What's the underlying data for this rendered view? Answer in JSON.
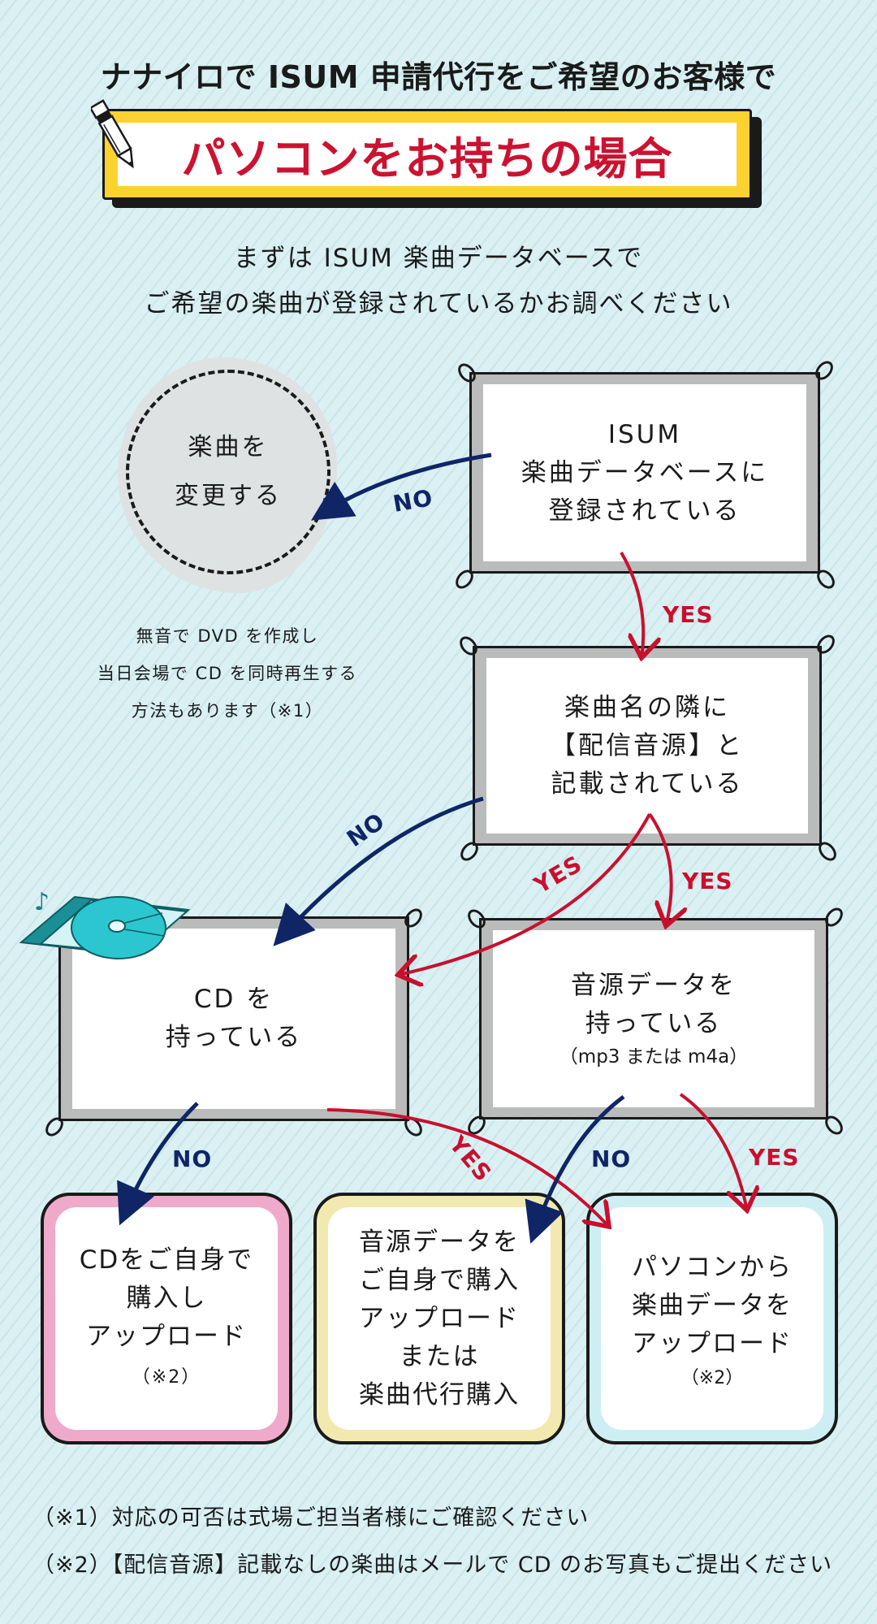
{
  "header": {
    "headline": "ナナイロで ISUM 申請代行をご希望のお客様で",
    "banner_title": "パソコンをお持ちの場合"
  },
  "intro": {
    "line1": "まずは ISUM 楽曲データベースで",
    "line2": "ご希望の楽曲が登録されているかお調べください"
  },
  "nodes": {
    "registered": {
      "lines": [
        "ISUM",
        "楽曲データベースに",
        "登録されている"
      ]
    },
    "change_song": {
      "lines": [
        "楽曲を",
        "変更する"
      ]
    },
    "distribution": {
      "lines": [
        "楽曲名の隣に",
        "【配信音源】と",
        "記載されている"
      ]
    },
    "have_cd": {
      "lines": [
        "CD を",
        "持っている"
      ]
    },
    "have_audio": {
      "lines": [
        "音源データを",
        "持っている"
      ],
      "sub": "（mp3 または m4a）"
    }
  },
  "side_note": {
    "lines": [
      "無音で DVD を作成し",
      "当日会場で CD を同時再生する",
      "方法もあります（※1）"
    ]
  },
  "results": {
    "buy_cd": {
      "lines": [
        "CDをご自身で",
        "購入し",
        "アップロード"
      ],
      "note": "（※2）"
    },
    "buy_audio": {
      "lines": [
        "音源データを",
        "ご自身で購入",
        "アップロード",
        "または",
        "楽曲代行購入"
      ]
    },
    "upload_pc": {
      "lines": [
        "パソコンから",
        "楽曲データを",
        "アップロード"
      ],
      "note": "（※2）"
    }
  },
  "edge_labels": {
    "no": "NO",
    "yes": "YES"
  },
  "footnotes": [
    "（※1）対応の可否は式場ご担当者様にご確認ください",
    "（※2）【配信音源】記載なしの楽曲はメールで CD のお写真もご提出ください"
  ],
  "colors": {
    "background": "#daf0f3",
    "banner_yellow": "#fcd230",
    "title_red": "#cc1230",
    "yes_red": "#c8102e",
    "no_navy": "#0f2566",
    "box_gray": "#b9bcba",
    "result_pink": "#efaacb",
    "result_yellow": "#f2e9b0",
    "result_cyan": "#cdeff3",
    "cd_teal": "#1fb8c4"
  }
}
